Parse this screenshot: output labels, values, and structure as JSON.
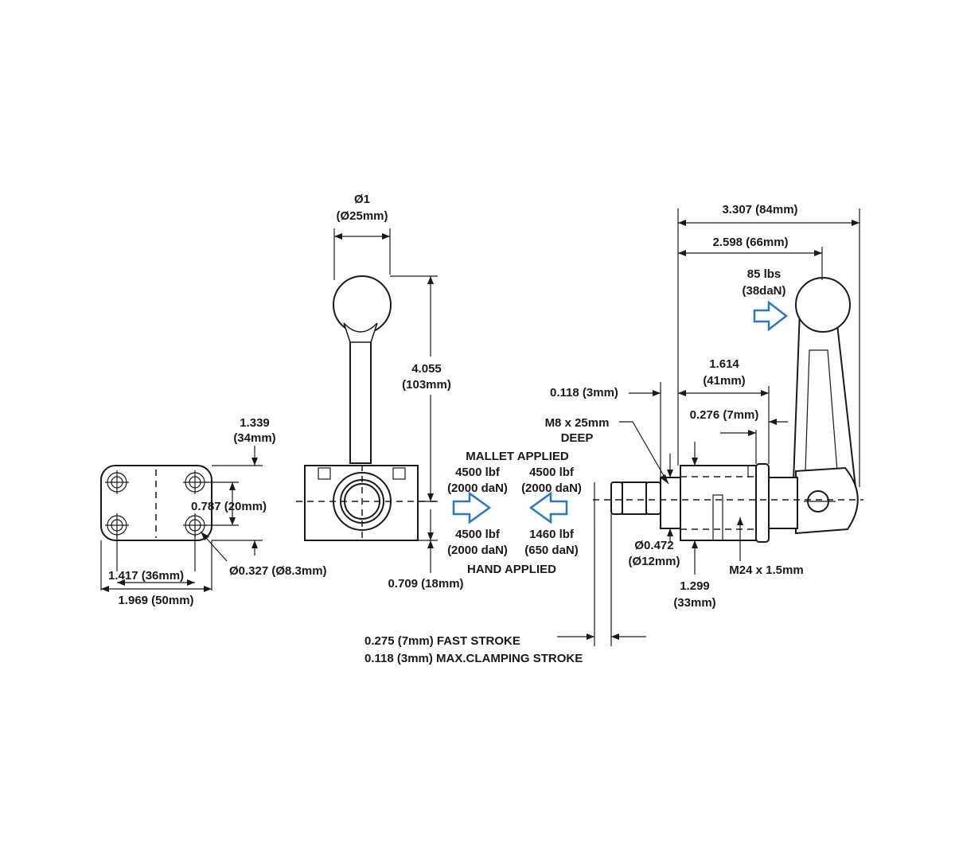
{
  "colors": {
    "line": "#1a1a1a",
    "force_arrow": "#2a78c2",
    "background": "#ffffff"
  },
  "base_view": {
    "height_val": "1.339",
    "height_mm": "(34mm)",
    "spacing": "0.787 (20mm)",
    "hole_dia": "Ø0.327 (Ø8.3mm)",
    "hole_span": "1.417 (36mm)",
    "width": "1.969 (50mm)"
  },
  "front_view": {
    "knob_dia": "Ø1",
    "knob_dia_mm": "(Ø25mm)",
    "height_val": "4.055",
    "height_mm": "(103mm)",
    "center_height": "0.709 (18mm)"
  },
  "forces": {
    "mallet_title": "MALLET APPLIED",
    "mallet_left_val": "4500 lbf",
    "mallet_left_unit": "(2000 daN)",
    "mallet_right_val": "4500 lbf",
    "mallet_right_unit": "(2000 daN)",
    "hand_left_val": "4500 lbf",
    "hand_left_unit": "(2000 daN)",
    "hand_right_val": "1460 lbf",
    "hand_right_unit": "(650 daN)",
    "hand_title": "HAND APPLIED"
  },
  "side_view": {
    "overall_length": "3.307 (84mm)",
    "handle_reach": "2.598 (66mm)",
    "handle_force_val": "85 lbs",
    "handle_force_unit": "(38daN)",
    "body_length_val": "1.614",
    "body_length_mm": "(41mm)",
    "gap": "0.118 (3mm)",
    "thread_hole": "M8 x 25mm",
    "thread_hole_depth": "DEEP",
    "nut_width": "0.276 (7mm)",
    "pin_dia_val": "Ø0.472",
    "pin_dia_mm": "(Ø12mm)",
    "thread_size": "M24 x 1.5mm",
    "body_dia_val": "1.299",
    "body_dia_mm": "(33mm)"
  },
  "strokes": {
    "fast": "0.275 (7mm) FAST STROKE",
    "max": "0.118 (3mm) MAX.CLAMPING STROKE"
  }
}
